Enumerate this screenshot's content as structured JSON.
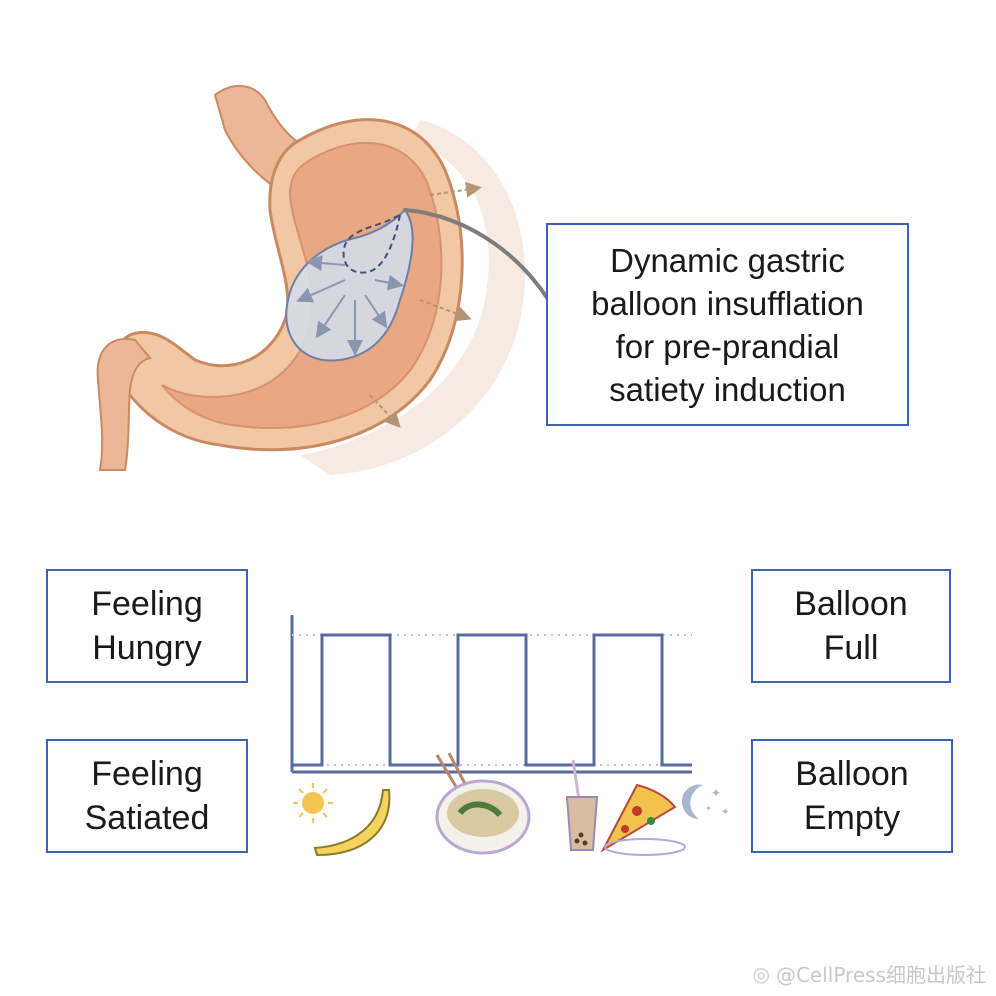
{
  "callout": {
    "lines": [
      "Dynamic gastric",
      "balloon insufflation",
      "for pre-prandial",
      "satiety induction"
    ]
  },
  "states": {
    "hungry": {
      "lines": [
        "Feeling",
        "Hungry"
      ]
    },
    "satiated": {
      "lines": [
        "Feeling",
        "Satiated"
      ]
    },
    "full": {
      "lines": [
        "Balloon",
        "Full"
      ]
    },
    "empty": {
      "lines": [
        "Balloon",
        "Empty"
      ]
    }
  },
  "timeline": {
    "levels": [
      "empty",
      "full",
      "empty",
      "full",
      "empty",
      "full",
      "empty"
    ],
    "meals": [
      "sun-icon",
      "banana-icon",
      "noodle-bowl-icon",
      "bubble-tea-icon",
      "pizza-icon",
      "moon-stars-icon"
    ]
  },
  "watermark": "@CellPress细胞出版社",
  "colors": {
    "box_border": "#3b62b4",
    "signal_line": "#5a6aa0",
    "stomach_outer": "#f2c7a4",
    "stomach_inner": "#e9a883",
    "balloon": "#d4dbe8",
    "arrow": "#b59474"
  }
}
